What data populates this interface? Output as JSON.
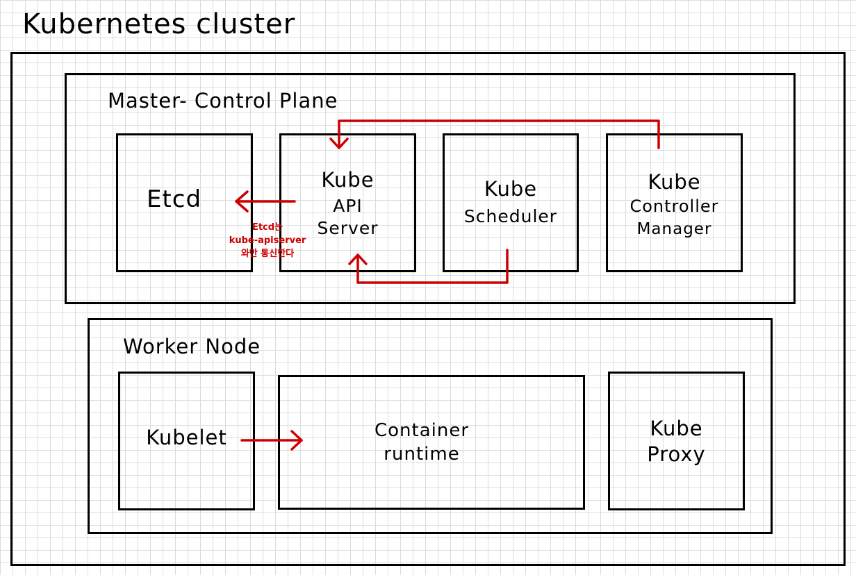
{
  "title": "Kubernetes cluster",
  "master": {
    "title": "Master- Control Plane",
    "components": {
      "etcd": "Etcd",
      "api_server": [
        "Kube",
        "API",
        "Server"
      ],
      "scheduler": [
        "Kube",
        "Scheduler"
      ],
      "controller_manager": [
        "Kube",
        "Controller",
        "Manager"
      ]
    },
    "note": [
      "Etcd는",
      "kube-apiserver",
      "와만 통신한다"
    ]
  },
  "worker": {
    "title": "Worker Node",
    "components": {
      "kubelet": "Kubelet",
      "container_runtime": [
        "Container",
        "runtime"
      ],
      "kube_proxy": [
        "Kube",
        "Proxy"
      ]
    }
  },
  "colors": {
    "box_border": "#000000",
    "arrow": "#cc0000",
    "grid": "#dcdcdc",
    "background": "#ffffff"
  }
}
